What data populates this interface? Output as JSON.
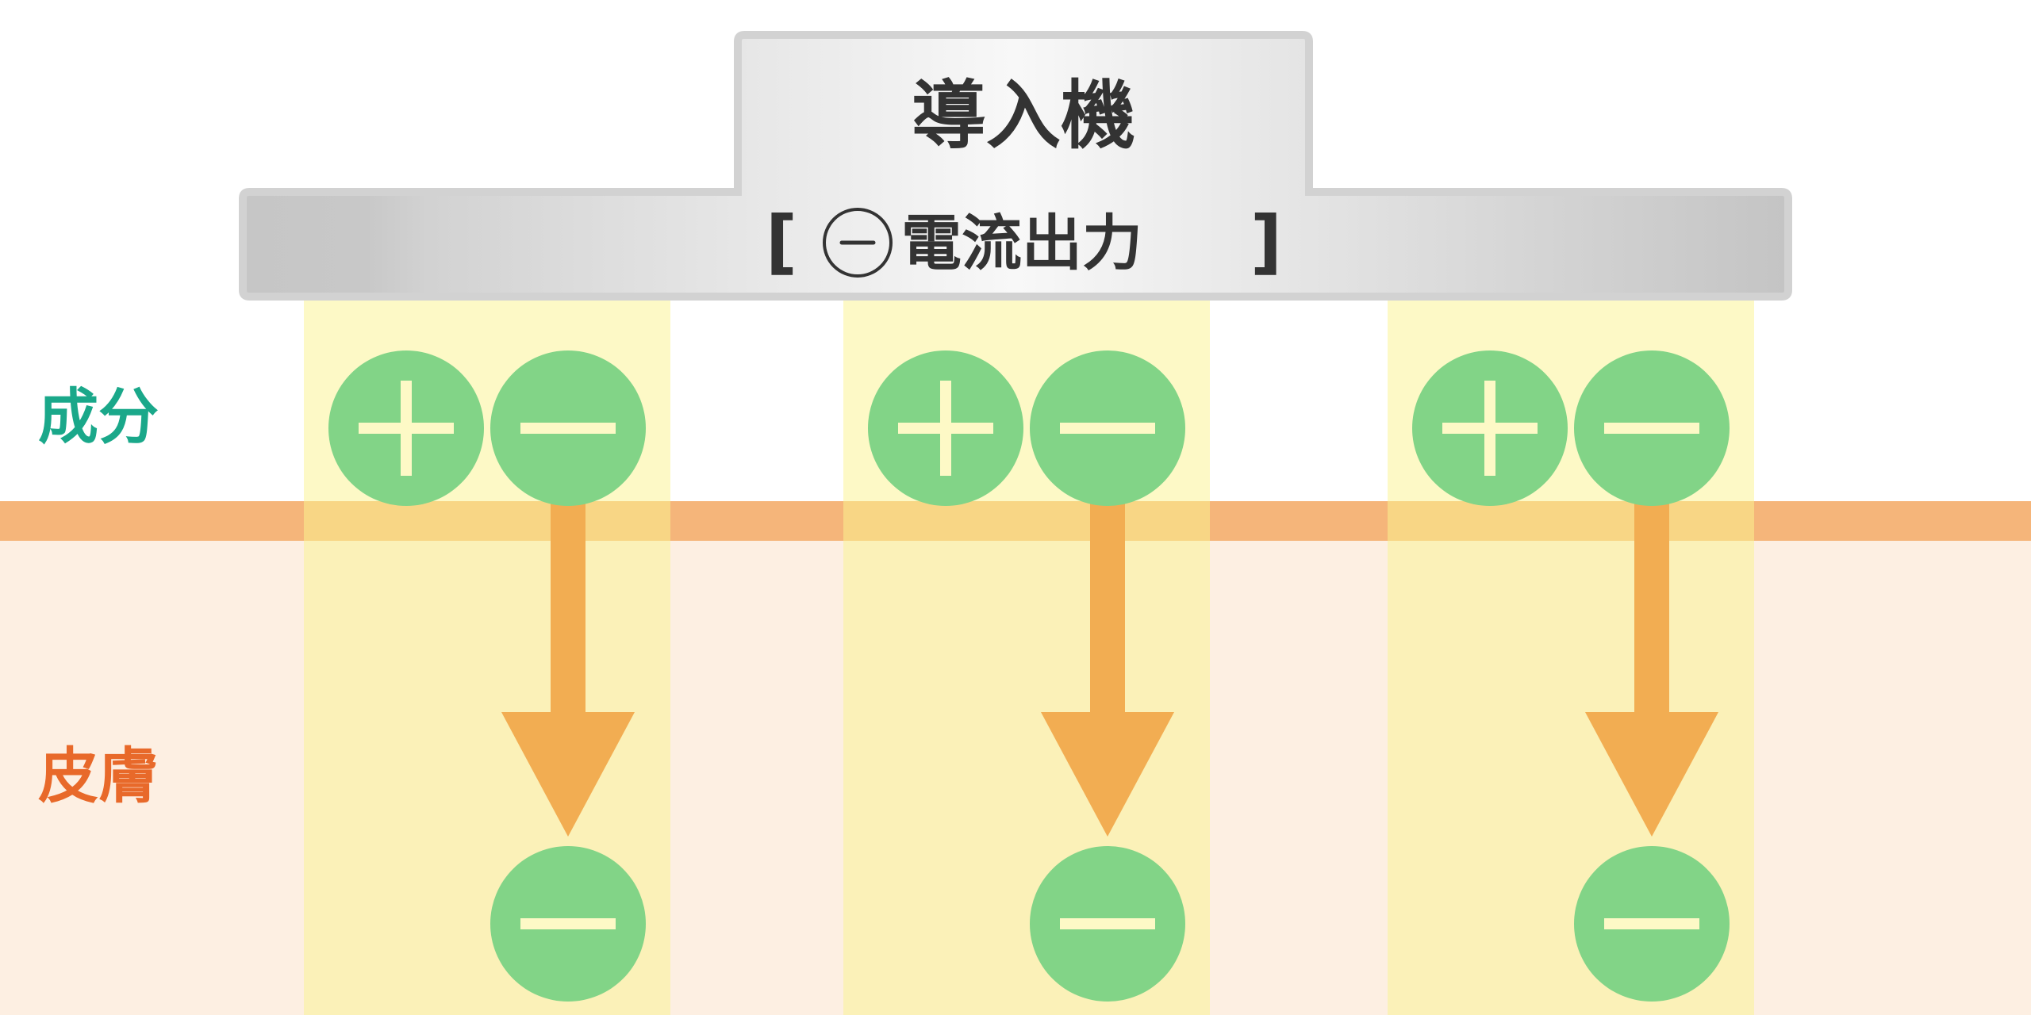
{
  "device": {
    "title": "導入機",
    "bracket_open": "[",
    "bracket_close": "]",
    "output_label": "電流出力",
    "output_symbol": "minus-circle-icon"
  },
  "labels": {
    "ingredient": "成分",
    "skin": "皮膚"
  },
  "columns": [
    {
      "top_charges": [
        "plus",
        "minus"
      ],
      "bottom_charge": "minus"
    },
    {
      "top_charges": [
        "plus",
        "minus"
      ],
      "bottom_charge": "minus"
    },
    {
      "top_charges": [
        "plus",
        "minus"
      ],
      "bottom_charge": "minus"
    }
  ],
  "colors": {
    "ingredient_label": "#1aa88a",
    "skin_label": "#e8692a",
    "ion": "#82d487",
    "arrow": "#f2ad52",
    "band": "#f5b57a",
    "skin_bg": "#fdefe2",
    "column": "#fdf9c6"
  }
}
